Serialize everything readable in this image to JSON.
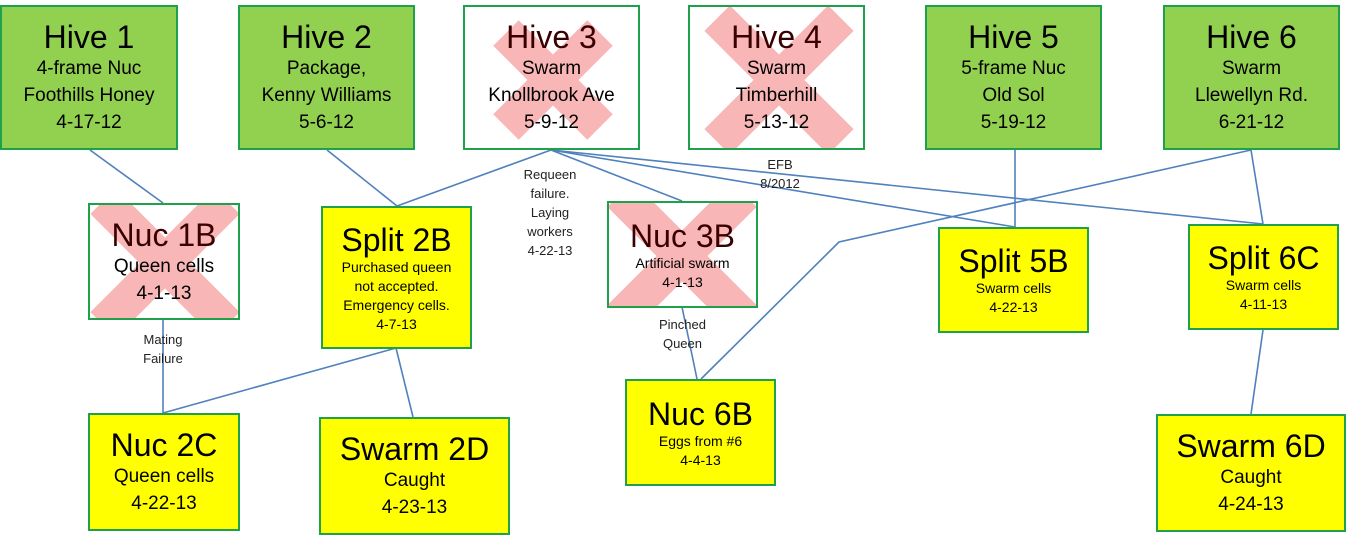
{
  "colors": {
    "active_hive": "#92d050",
    "new_colony": "#ffff00",
    "dead": "#ffffff",
    "border": "#1fa04a",
    "connector": "#4f81bd",
    "dead_mark": "#f8b6b6"
  },
  "nodes": {
    "hive1": {
      "title": "Hive 1",
      "lines": [
        "4-frame Nuc",
        "Foothills Honey",
        "4-17-12"
      ],
      "status": "active"
    },
    "hive2": {
      "title": "Hive 2",
      "lines": [
        "Package,",
        "Kenny Williams",
        "5-6-12"
      ],
      "status": "active"
    },
    "hive3": {
      "title": "Hive 3",
      "lines": [
        "Swarm",
        "Knollbrook Ave",
        "5-9-12"
      ],
      "status": "dead"
    },
    "hive4": {
      "title": "Hive 4",
      "lines": [
        "Swarm",
        "Timberhill",
        "5-13-12"
      ],
      "status": "dead"
    },
    "hive5": {
      "title": "Hive 5",
      "lines": [
        "5-frame Nuc",
        "Old Sol",
        "5-19-12"
      ],
      "status": "active"
    },
    "hive6": {
      "title": "Hive 6",
      "lines": [
        "Swarm",
        "Llewellyn Rd.",
        "6-21-12"
      ],
      "status": "active"
    },
    "nuc1b": {
      "title": "Nuc 1B",
      "lines": [
        "Queen cells",
        "4-1-13"
      ],
      "status": "dead"
    },
    "split2b": {
      "title": "Split 2B",
      "lines": [
        "Purchased queen",
        "not accepted.",
        "Emergency cells.",
        "4-7-13"
      ],
      "status": "new"
    },
    "nuc3b": {
      "title": "Nuc 3B",
      "lines": [
        "Artificial swarm",
        "4-1-13"
      ],
      "status": "dead"
    },
    "split5b": {
      "title": "Split 5B",
      "lines": [
        "Swarm cells",
        "4-22-13"
      ],
      "status": "new"
    },
    "split6c": {
      "title": "Split 6C",
      "lines": [
        "Swarm cells",
        "4-11-13"
      ],
      "status": "new"
    },
    "nuc2c": {
      "title": "Nuc 2C",
      "lines": [
        "Queen cells",
        "4-22-13"
      ],
      "status": "new"
    },
    "swarm2d": {
      "title": "Swarm 2D",
      "lines": [
        "Caught",
        "4-23-13"
      ],
      "status": "new"
    },
    "nuc6b": {
      "title": "Nuc 6B",
      "lines": [
        "Eggs from #6",
        "4-4-13"
      ],
      "status": "new"
    },
    "swarm6d": {
      "title": "Swarm 6D",
      "lines": [
        "Caught",
        "4-24-13"
      ],
      "status": "new"
    }
  },
  "annotations": {
    "efb": [
      "EFB",
      "8/2012"
    ],
    "requeen": [
      "Requeen",
      "failure.",
      "Laying",
      "workers",
      "4-22-13"
    ],
    "mating": [
      "Mating",
      "Failure"
    ],
    "pinched": [
      "Pinched",
      "Queen"
    ]
  },
  "edges": [
    {
      "from": "hive1",
      "to": "nuc1b"
    },
    {
      "from": "hive2",
      "to": "split2b"
    },
    {
      "from": "hive3",
      "to": "split2b"
    },
    {
      "from": "hive3",
      "to": "nuc3b"
    },
    {
      "from": "hive3",
      "to": "split5b"
    },
    {
      "from": "hive3",
      "to": "split6c"
    },
    {
      "from": "hive5",
      "to": "split5b"
    },
    {
      "from": "hive6",
      "to": "split6c"
    },
    {
      "from": "hive6",
      "to": "nuc6b"
    },
    {
      "from": "nuc1b",
      "to": "nuc2c"
    },
    {
      "from": "split2b",
      "to": "nuc2c"
    },
    {
      "from": "split2b",
      "to": "swarm2d"
    },
    {
      "from": "nuc3b",
      "to": "nuc6b"
    },
    {
      "from": "split6c",
      "to": "swarm6d"
    }
  ]
}
